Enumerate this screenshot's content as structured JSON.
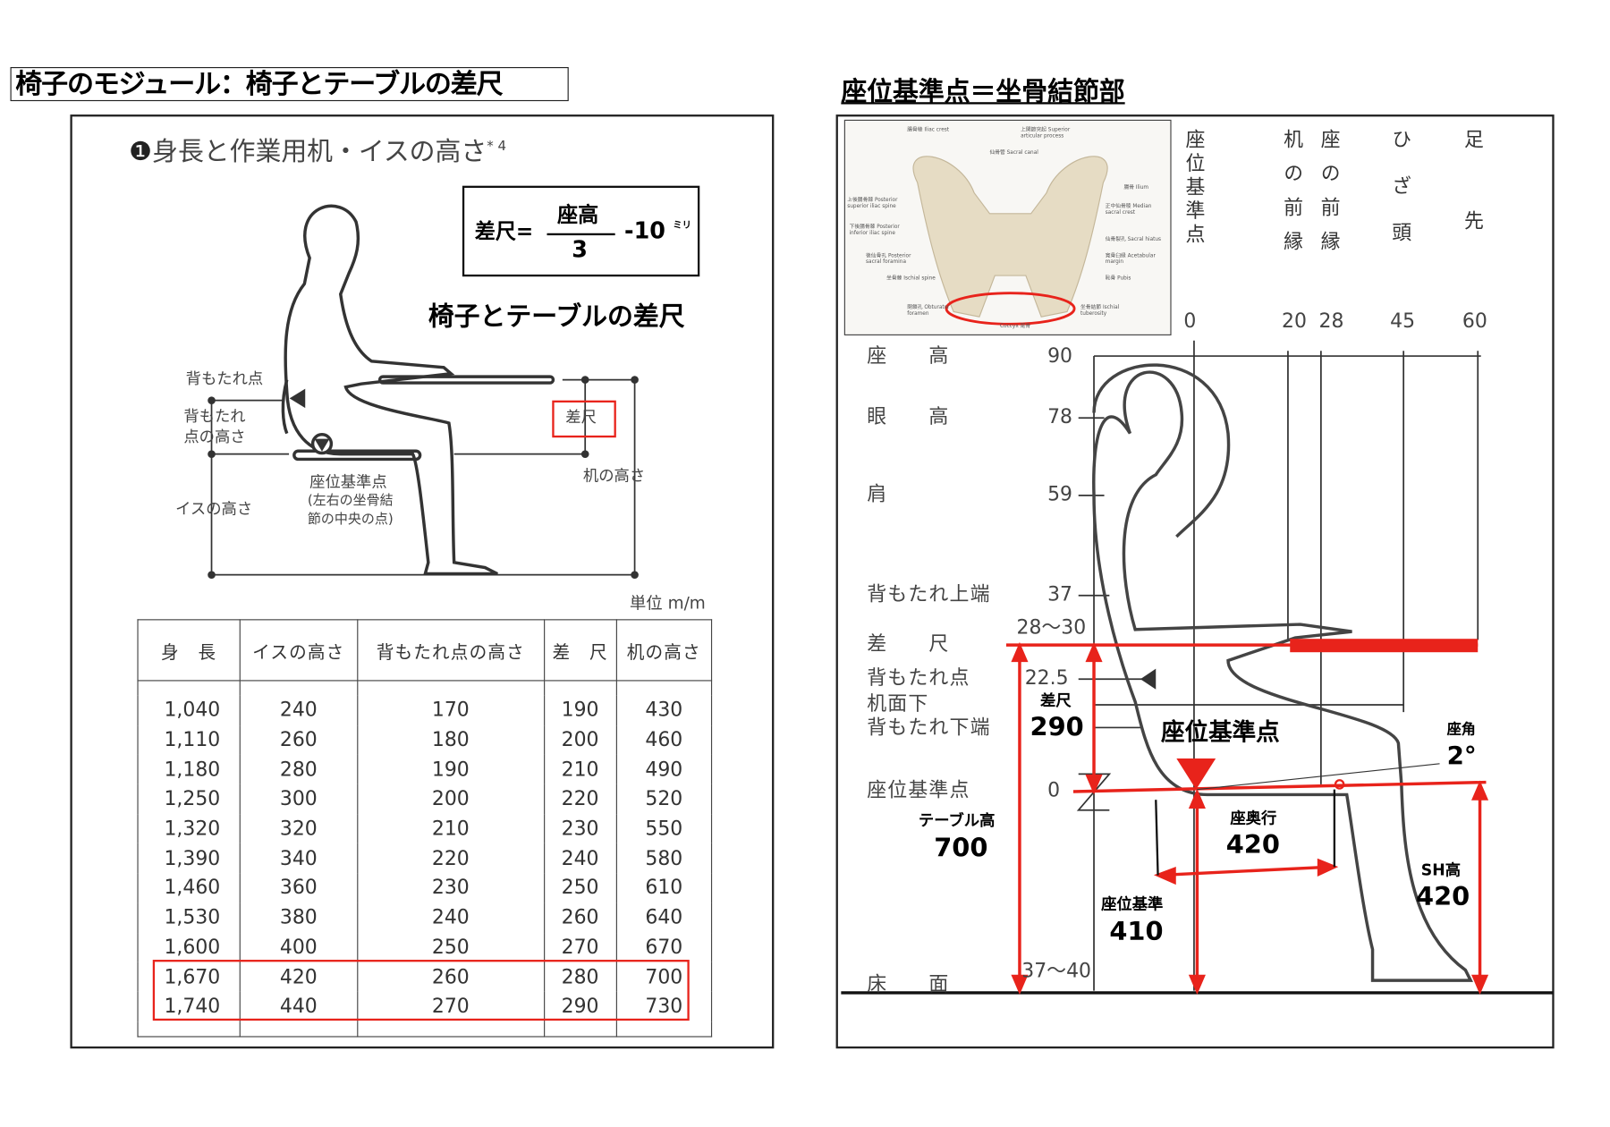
{
  "page_title": "椅子のモジュール：椅子とテーブルの差尺",
  "left": {
    "heading_num": "❶",
    "heading": "身長と作業用机・イスの高さ",
    "heading_note": "* 4",
    "formula": {
      "lhs": "差尺=",
      "numerator": "座高",
      "denominator": "3",
      "rhs": "-10",
      "unit": "ミリ"
    },
    "subtitle": "椅子とテーブルの差尺",
    "labels": {
      "backrest_point": "背もたれ点",
      "backrest_height_1": "背もたれ",
      "backrest_height_2": "点の高さ",
      "chair_height": "イスの高さ",
      "seat_ref_1": "座位基準点",
      "seat_ref_2": "(左右の坐骨結",
      "seat_ref_3": "節の中央の点)",
      "difference": "差尺",
      "desk_height": "机の高さ"
    },
    "unit": "単位 m/m",
    "table": {
      "headers": [
        "身　長",
        "イスの高さ",
        "背もたれ点の高さ",
        "差　尺",
        "机の高さ"
      ],
      "rows": [
        [
          "1,040",
          "240",
          "170",
          "190",
          "430"
        ],
        [
          "1,110",
          "260",
          "180",
          "200",
          "460"
        ],
        [
          "1,180",
          "280",
          "190",
          "210",
          "490"
        ],
        [
          "1,250",
          "300",
          "200",
          "220",
          "520"
        ],
        [
          "1,320",
          "320",
          "210",
          "230",
          "550"
        ],
        [
          "1,390",
          "340",
          "220",
          "240",
          "580"
        ],
        [
          "1,460",
          "360",
          "230",
          "250",
          "610"
        ],
        [
          "1,530",
          "380",
          "240",
          "260",
          "640"
        ],
        [
          "1,600",
          "400",
          "250",
          "270",
          "670"
        ],
        [
          "1,670",
          "420",
          "260",
          "280",
          "700"
        ],
        [
          "1,740",
          "440",
          "270",
          "290",
          "730"
        ]
      ],
      "highlighted_rows": [
        9,
        10
      ]
    }
  },
  "right": {
    "title": "座位基準点＝坐骨結節部",
    "pelvis_labels": [
      "腸骨稜 Iliac crest",
      "上関節突起 Superior articular process",
      "仙骨管 Sacral canal",
      "腸骨 Ilium",
      "正中仙骨稜 Median sacral crest",
      "上後腸骨棘 Posterior superior iliac spine",
      "下後腸骨棘 Posterior inferior iliac spine",
      "仙骨裂孔 Sacral hiatus",
      "後仙骨孔 Posterior sacral foramina",
      "寛骨臼縁 Acetabular margin",
      "坐骨棘 Ischial spine",
      "恥骨 Pubis",
      "閉鎖孔 Obturator foramen",
      "坐骨結節 Ischial tuberosity",
      "Coccyx 尾骨"
    ],
    "columns": [
      {
        "label": "座位基準点",
        "value": "0"
      },
      {
        "label": "机の前縁",
        "value": "20"
      },
      {
        "label": "座の前縁",
        "value": "28"
      },
      {
        "label": "ひざ頭",
        "value": "45"
      },
      {
        "label": "足先",
        "value": "60"
      }
    ],
    "rows": [
      {
        "label": "座　　高",
        "value": "90"
      },
      {
        "label": "眼　　高",
        "value": "78"
      },
      {
        "label": "肩",
        "value": "59"
      },
      {
        "label": "背もたれ上端",
        "value": "37"
      },
      {
        "label": "差　　尺",
        "value": "28～30"
      },
      {
        "label": "背もたれ点",
        "value": "22.5"
      },
      {
        "label": "机面下",
        "value": ""
      },
      {
        "label": "背もたれ下端",
        "value": ""
      },
      {
        "label": "座位基準点",
        "value": "0"
      },
      {
        "label": "床　　面",
        "value": "37～40"
      }
    ],
    "annotations": {
      "table_height_label": "テーブル高",
      "table_height": "700",
      "difference_label": "差尺",
      "difference": "290",
      "seat_ref": "座位基準点",
      "seat_angle_label": "座角",
      "seat_angle": "2°",
      "seat_depth_label": "座奥行",
      "seat_depth": "420",
      "sh_label": "SH高",
      "sh": "420",
      "seat_ref_height_label": "座位基準",
      "seat_ref_height": "410"
    },
    "accent": "#e8231b"
  }
}
